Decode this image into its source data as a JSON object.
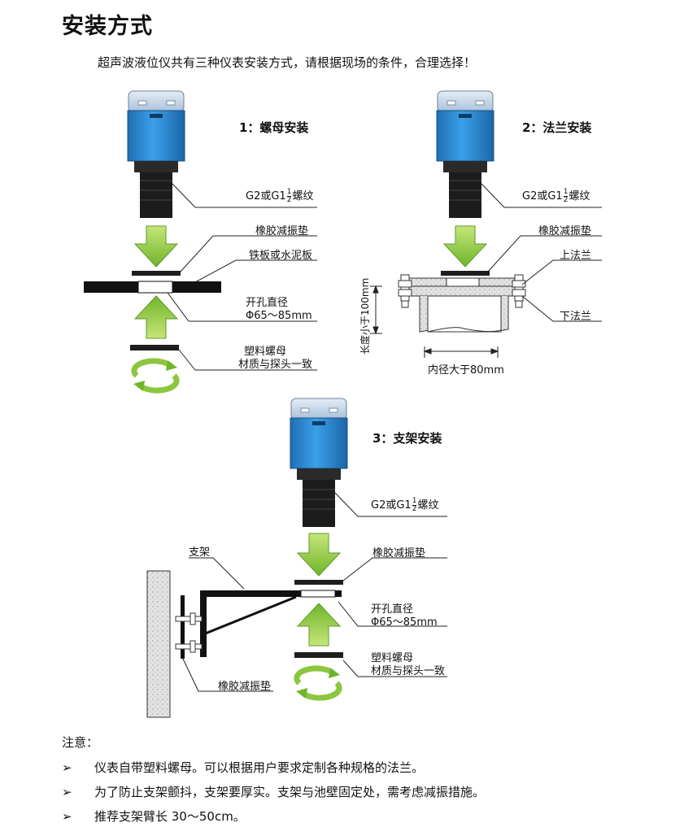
{
  "page": {
    "title": "安装方式",
    "intro": "超声波液位仪共有三种仪表安装方式，请根据现场的条件，合理选择！"
  },
  "method1": {
    "heading": "1：螺母安装",
    "thread_prefix": "G2或G1",
    "thread_frac_num": "1",
    "thread_frac_den": "2",
    "thread_suffix": "螺纹",
    "rubber_pad": "橡胶减振垫",
    "plate": "铁板或水泥板",
    "hole_line1": "开孔直径",
    "hole_line2": "Φ65～85mm",
    "nut_line1": "塑料螺母",
    "nut_line2": "材质与探头一致"
  },
  "method2": {
    "heading": "2：法兰安装",
    "thread_prefix": "G2或G1",
    "thread_frac_num": "1",
    "thread_frac_den": "2",
    "thread_suffix": "螺纹",
    "rubber_pad": "橡胶减振垫",
    "upper_flange": "上法兰",
    "lower_flange": "下法兰",
    "length_note": "长度小于100mm",
    "inner_diameter": "内径大于80mm"
  },
  "method3": {
    "heading": "3：支架安装",
    "thread_prefix": "G2或G1",
    "thread_frac_num": "1",
    "thread_frac_den": "2",
    "thread_suffix": "螺纹",
    "bracket": "支架",
    "rubber_pad_top": "橡胶减振垫",
    "hole_line1": "开孔直径",
    "hole_line2": "Φ65～85mm",
    "nut_line1": "塑料螺母",
    "nut_line2": "材质与探头一致",
    "rubber_pad_wall": "橡胶减振垫"
  },
  "notes": {
    "title": "注意：",
    "bullet": "➢",
    "items": [
      "仪表自带塑料螺母。可以根据用户要求定制各种规格的法兰。",
      "为了防止支架颤抖，支架要厚实。支架与池壁固定处，需考虑减振措施。",
      "推荐支架臂长 30～50cm。"
    ]
  },
  "colors": {
    "sensor_blue": "#2a8fd6",
    "sensor_cap": "#c9d7e6",
    "thread_dark": "#1c1c1c",
    "arrow_green": "#8cc63f",
    "concrete_gray": "#d9d9d9"
  }
}
